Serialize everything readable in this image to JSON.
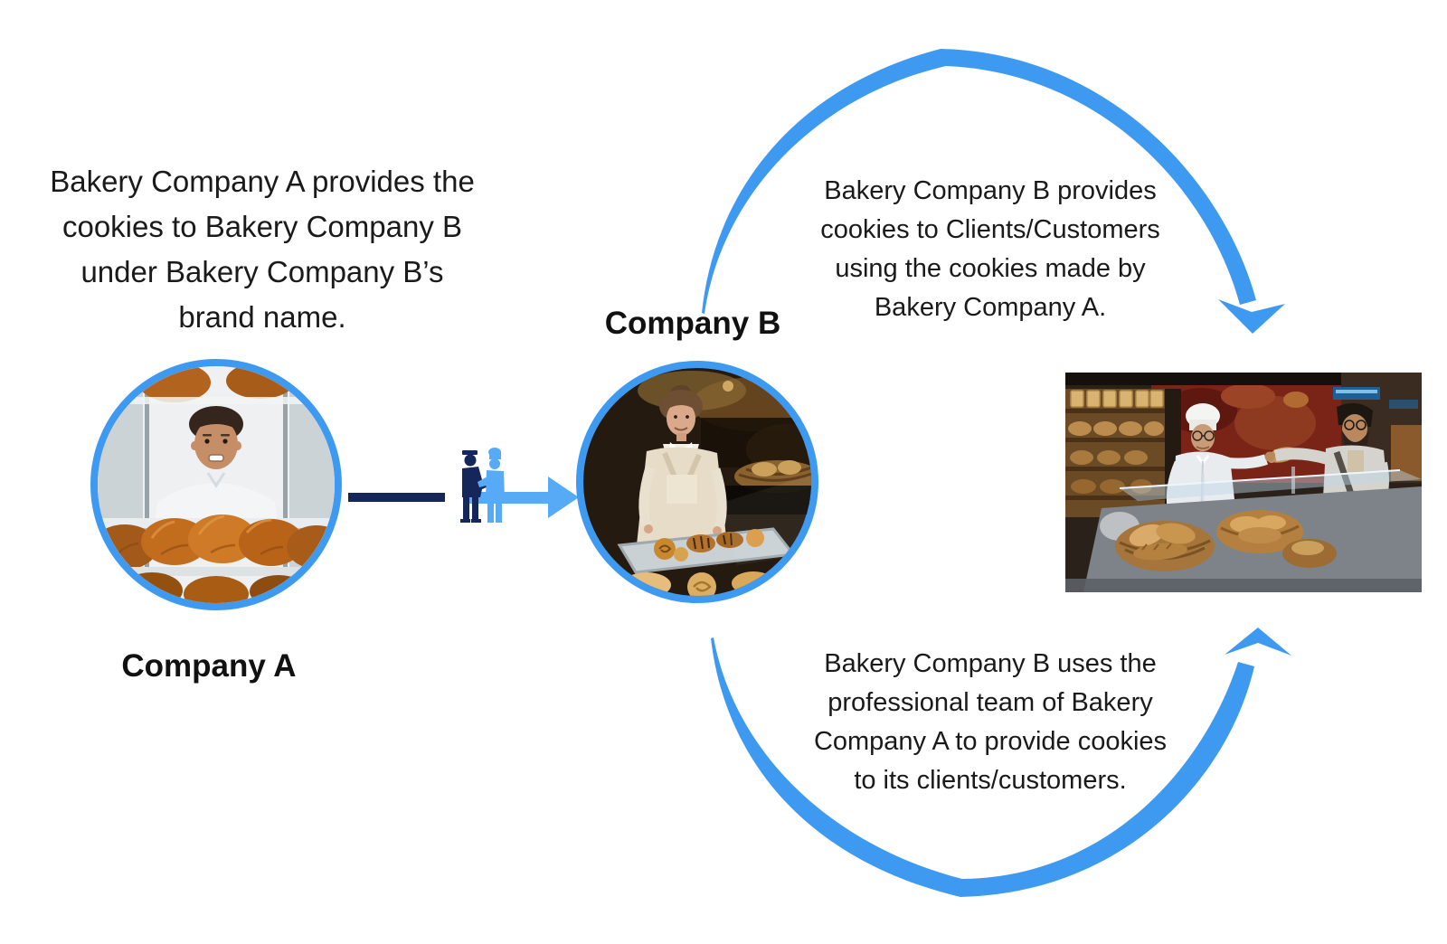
{
  "page": {
    "background": "#ffffff"
  },
  "palette": {
    "accent_blue": "#3E9AF0",
    "light_blue": "#57ABF6",
    "navy": "#15265B",
    "text": "#1A1A1A"
  },
  "company_a": {
    "label": "Company A",
    "note_lines": [
      "Bakery Company A provides the",
      "cookies to Bakery Company B",
      "under Bakery Company B’s",
      "brand name."
    ],
    "photo": "baker-with-croissant-racks"
  },
  "company_b": {
    "label": "Company B",
    "photo": "bakery-assistant-with-pastry-tray"
  },
  "clients": {
    "photo": "bakery-counter-serving-customer"
  },
  "flows": {
    "a_to_b_icon": "partnership-people-icon",
    "a_to_b_arrow": "right-arrow-icon",
    "b_to_clients_note_lines": [
      "Bakery Company B provides",
      "cookies to Clients/Customers",
      "using the cookies made by",
      "Bakery Company A."
    ],
    "clients_to_b_note_lines": [
      "Bakery Company B uses the",
      "professional team of Bakery",
      "Company A to provide cookies",
      "to its clients/customers."
    ]
  }
}
